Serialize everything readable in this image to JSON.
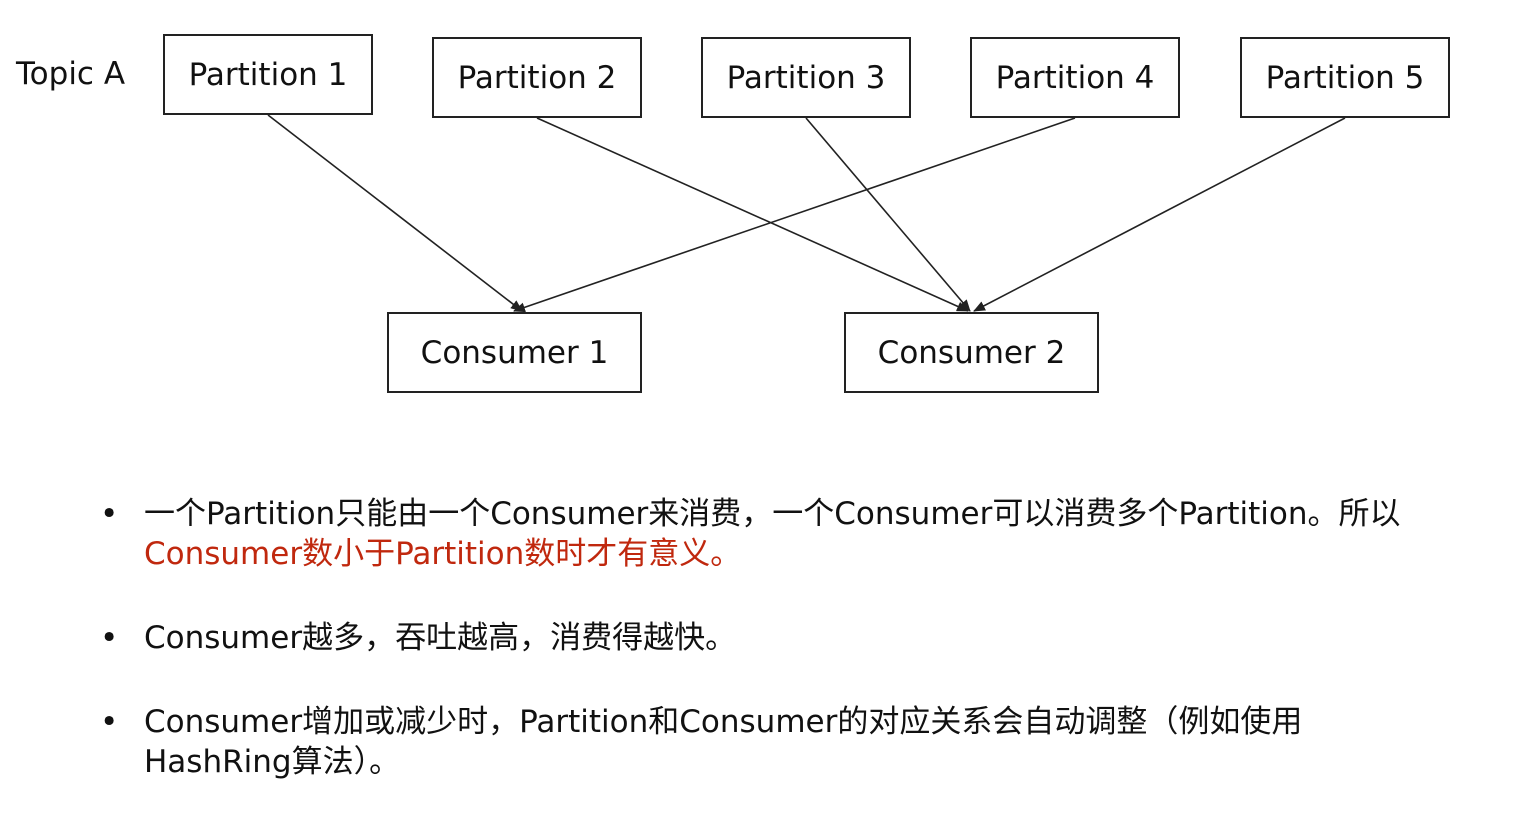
{
  "diagram": {
    "topic_label": "Topic A",
    "partitions": [
      "Partition 1",
      "Partition 2",
      "Partition 3",
      "Partition 4",
      "Partition 5"
    ],
    "consumers": [
      "Consumer 1",
      "Consumer 2"
    ],
    "edges": [
      {
        "from": "Partition 1",
        "to": "Consumer 1"
      },
      {
        "from": "Partition 2",
        "to": "Consumer 2"
      },
      {
        "from": "Partition 3",
        "to": "Consumer 2"
      },
      {
        "from": "Partition 4",
        "to": "Consumer 1"
      },
      {
        "from": "Partition 5",
        "to": "Consumer 2"
      }
    ],
    "line_color": "#222222"
  },
  "notes": {
    "bullet_symbol": "•",
    "highlight_color": "#c0280e",
    "items": [
      {
        "text": "一个Partition只能由一个Consumer来消费，一个Consumer可以消费多个Partition。所以",
        "highlight": "Consumer数小于Partition数时才有意义。"
      },
      {
        "text": "Consumer越多，吞吐越高，消费得越快。"
      },
      {
        "text": "Consumer增加或减少时，Partition和Consumer的对应关系会自动调整（例如使用HashRing算法）。"
      }
    ]
  }
}
